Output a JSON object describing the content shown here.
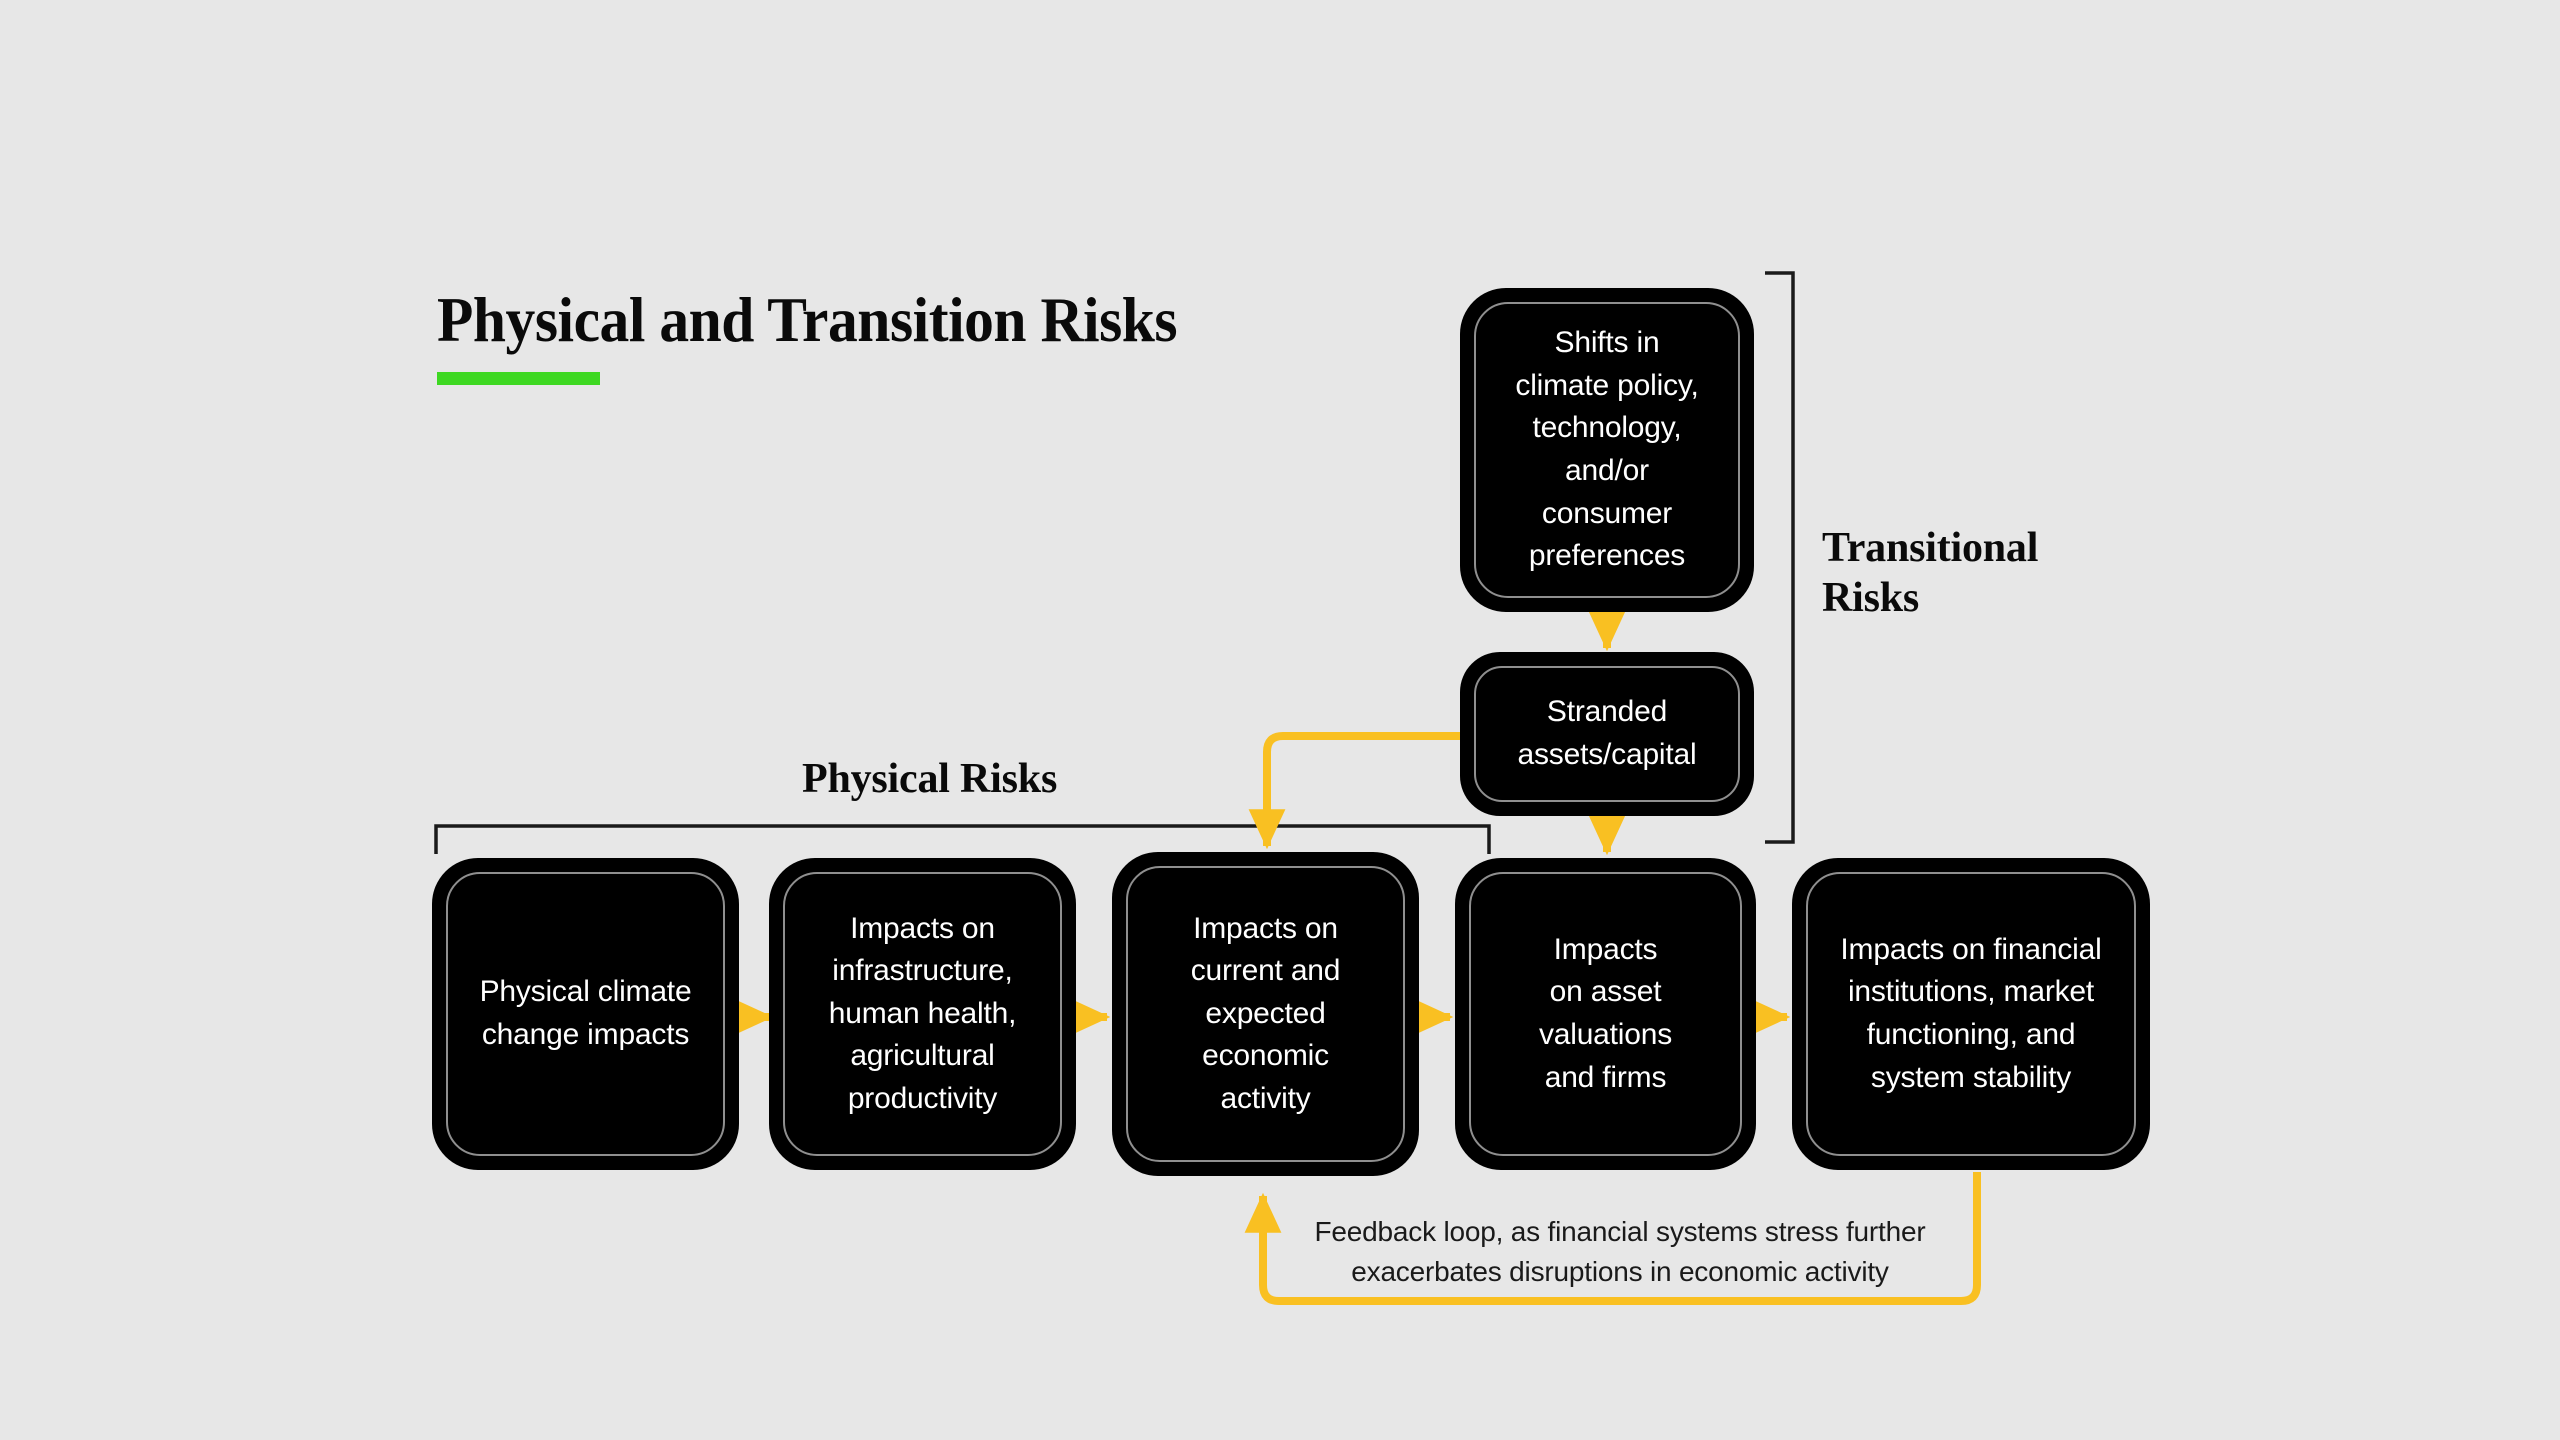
{
  "page": {
    "background_color": "#e7e7e7",
    "title": "Physical and Transition Risks",
    "accent_rule_color": "#3ed822"
  },
  "groups": {
    "physical": {
      "label": "Physical Risks",
      "bracket_color": "#1a1a1a"
    },
    "transitional": {
      "label": "Transitional\nRisks",
      "bracket_color": "#1a1a1a"
    }
  },
  "nodes": {
    "shifts": {
      "id": "shifts-in-climate-policy",
      "label": "Shifts in\nclimate policy,\ntechnology,\nand/or\nconsumer\npreferences",
      "fill": "#000000",
      "text_color": "#ffffff"
    },
    "stranded": {
      "id": "stranded-assets-capital",
      "label": "Stranded\nassets/capital",
      "fill": "#000000",
      "text_color": "#ffffff"
    },
    "physical_impacts": {
      "id": "physical-climate-change-impacts",
      "label": "Physical climate\nchange impacts",
      "fill": "#000000",
      "text_color": "#ffffff"
    },
    "infrastructure": {
      "id": "impacts-on-infrastructure",
      "label": "Impacts on\ninfrastructure,\nhuman health,\nagricultural\nproductivity",
      "fill": "#000000",
      "text_color": "#ffffff"
    },
    "economic_activity": {
      "id": "impacts-on-economic-activity",
      "label": "Impacts on\ncurrent and\nexpected\neconomic\nactivity",
      "fill": "#000000",
      "text_color": "#ffffff"
    },
    "asset_valuations": {
      "id": "impacts-on-asset-valuations",
      "label": "Impacts\non asset\nvaluations\nand firms",
      "fill": "#000000",
      "text_color": "#ffffff"
    },
    "financial_institutions": {
      "id": "impacts-on-financial-institutions",
      "label": "Impacts on financial\ninstitutions, market\nfunctioning, and\nsystem stability",
      "fill": "#000000",
      "text_color": "#ffffff"
    }
  },
  "connectors": {
    "color": "#f9c022",
    "feedback_caption": "Feedback loop, as financial systems stress further\nexacerbates disruptions in economic activity"
  }
}
